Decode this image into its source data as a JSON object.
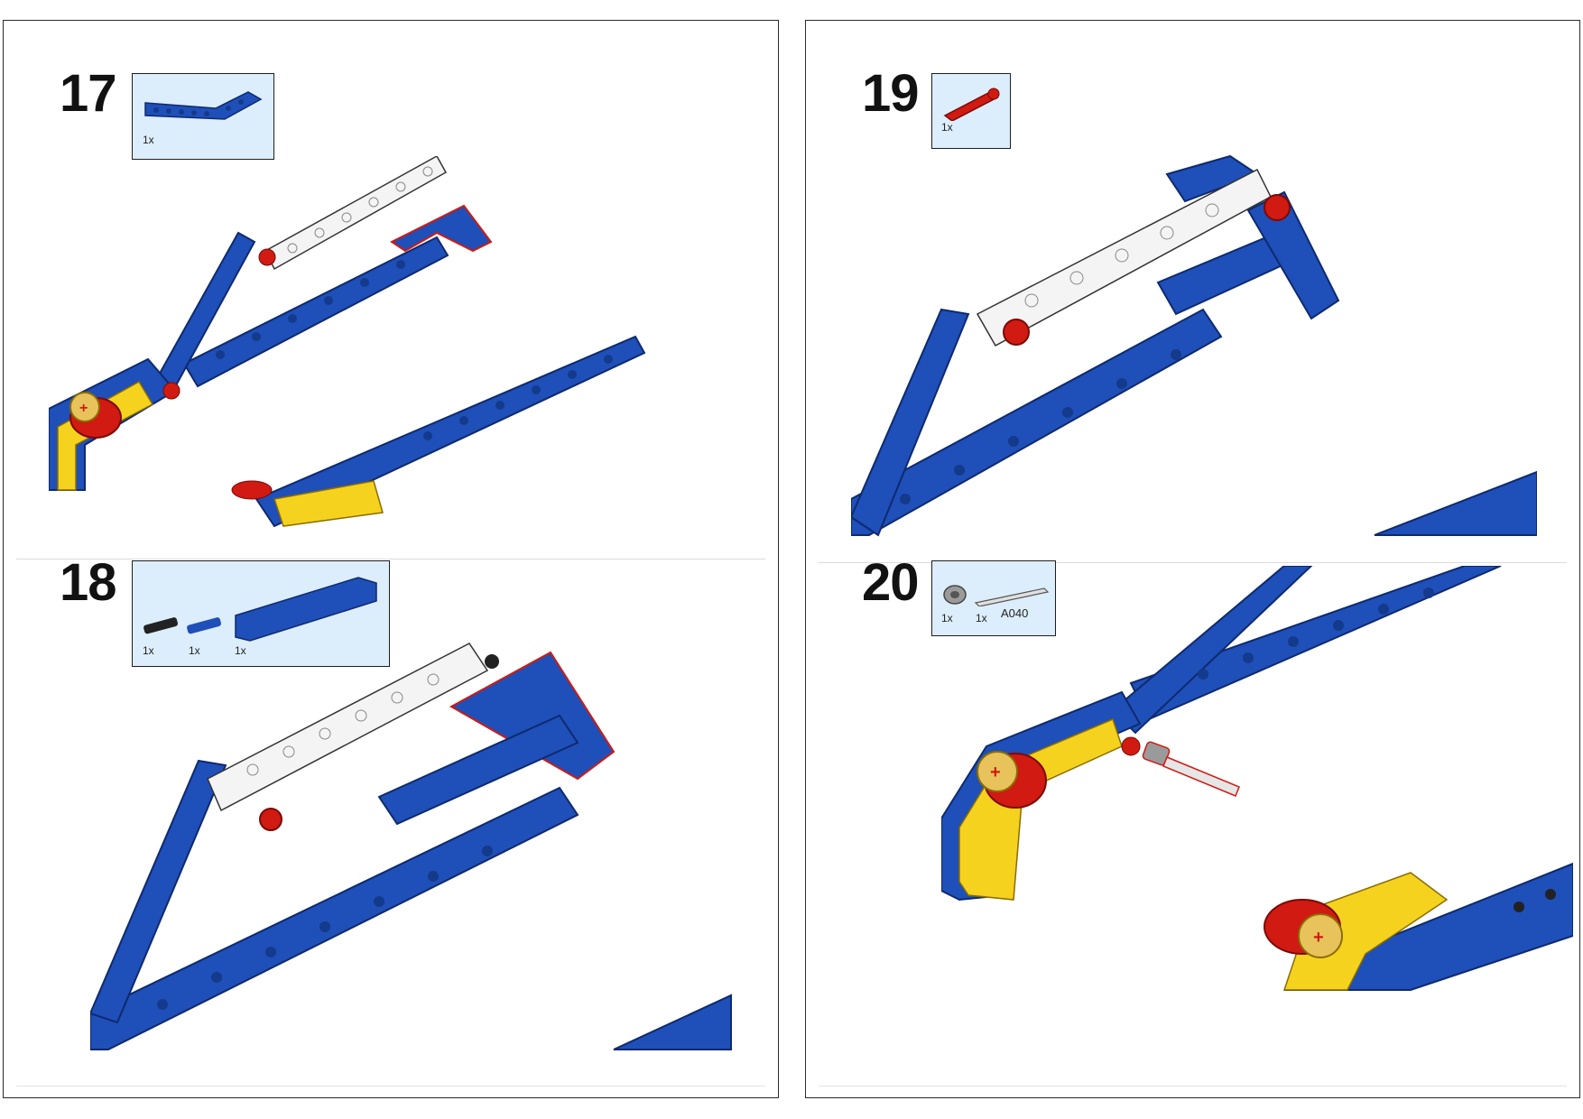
{
  "pages": [
    {
      "steps": [
        {
          "number": "17",
          "parts": [
            {
              "icon": "blue-bent-beam-icon",
              "qty": "1x"
            }
          ]
        },
        {
          "number": "18",
          "parts": [
            {
              "icon": "black-pin-icon",
              "qty": "1x"
            },
            {
              "icon": "blue-axle-pin-icon",
              "qty": "1x"
            },
            {
              "icon": "blue-bent-beam-icon",
              "qty": "1x"
            }
          ]
        }
      ]
    },
    {
      "steps": [
        {
          "number": "19",
          "parts": [
            {
              "icon": "red-axle-pin-icon",
              "qty": "1x"
            }
          ]
        },
        {
          "number": "20",
          "parts": [
            {
              "icon": "grey-bushing-icon",
              "qty": "1x"
            },
            {
              "icon": "grey-axle-icon",
              "qty": "1x",
              "code": "A040"
            }
          ]
        }
      ]
    }
  ],
  "colors": {
    "beam_blue": "#1f4fb8",
    "beam_blue_dark": "#143a8c",
    "beam_white": "#f4f4f4",
    "beam_yellow": "#f5d21e",
    "pin_red": "#d01a12",
    "callout_bg": "#dcedfb",
    "gear_tan": "#e8c25a"
  }
}
